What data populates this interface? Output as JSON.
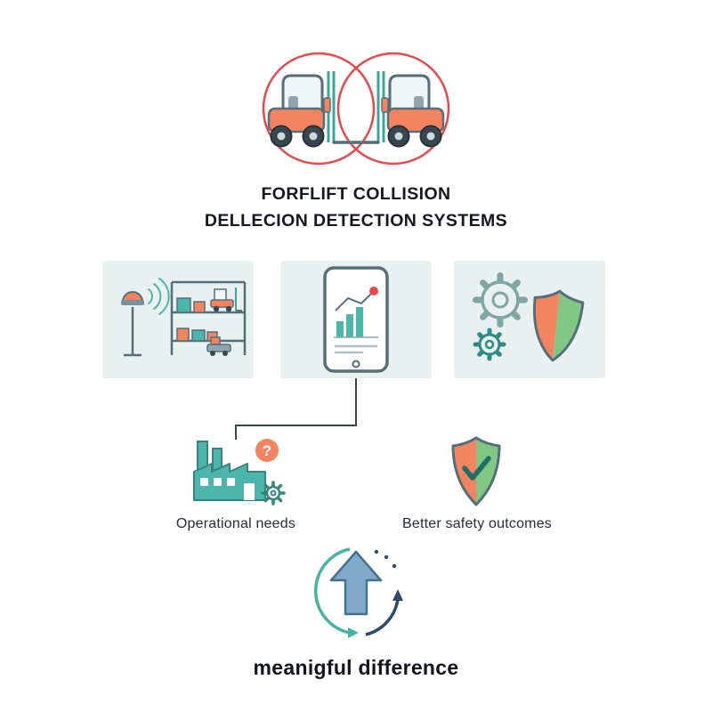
{
  "title": {
    "line1": "FORFLIFT COLLISION",
    "line2": "DELLECION DETECTION SYSTEMS"
  },
  "branch_left": {
    "badge": "?",
    "label": "Operational needs"
  },
  "branch_right": {
    "label": "Better safety outcomes"
  },
  "footer": {
    "label": "meanigful difference"
  },
  "icons": [
    "forklift-icon",
    "collision-warning-arcs-icon",
    "alarm-beacon-icon",
    "storage-rack-icon",
    "mini-forklift-icon",
    "tablet-analytics-icon",
    "gear-icon",
    "half-color-shield-icon",
    "factory-icon",
    "question-badge-icon",
    "shield-check-icon",
    "cycle-arrows-icon",
    "up-arrow-icon"
  ],
  "colors": {
    "teal": "#4DB6AC",
    "orange": "#F4845F",
    "alert_red": "#E5484D",
    "green": "#81C784",
    "slate": "#546E7A",
    "navy": "#2F4A6B",
    "arrow_blue": "#7FA8C9",
    "panel_background": "#E8F0F0",
    "text": "#181C22"
  }
}
